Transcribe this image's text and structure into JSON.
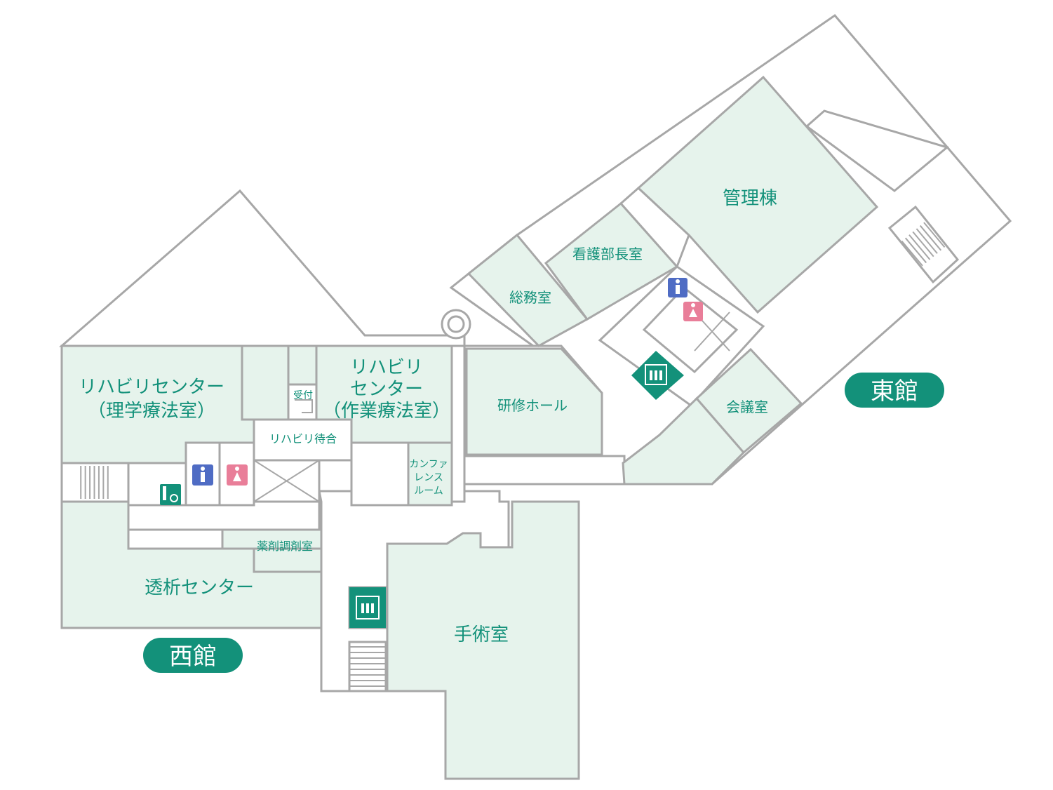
{
  "buildings": {
    "west": "西館",
    "east": "東館"
  },
  "rooms": {
    "rehab_pt": [
      "リハビリセンター",
      "（理学療法室）"
    ],
    "rehab_ot": [
      "リハビリ",
      "センター",
      "（作業療法室）"
    ],
    "reception": "受付",
    "rehab_waiting": "リハビリ待合",
    "conference_room_small": [
      "カンファ",
      "レンス",
      "ルーム"
    ],
    "pharmacy": "薬剤調剤室",
    "dialysis": "透析センター",
    "operating_room": "手術室",
    "training_hall": "研修ホール",
    "general_affairs": "総務室",
    "nursing_director": "看護部長室",
    "admin_building": "管理棟",
    "meeting_room": "会議室"
  },
  "icons": {
    "restroom_male": "male-restroom-icon",
    "restroom_female": "female-restroom-icon",
    "restroom_accessible": "accessible-restroom-icon",
    "elevator": "elevator-icon",
    "stairs": "stairs-icon"
  },
  "colors": {
    "room_fill": "#e6f3ec",
    "wall": "#a7a7a7",
    "brand_green": "#13917a",
    "male_blue": "#4f6cc4",
    "female_pink": "#e97e99"
  }
}
